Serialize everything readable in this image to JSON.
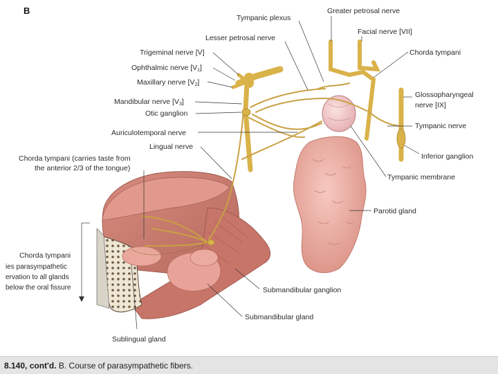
{
  "panel_letter": "B",
  "labels": {
    "tympanic_plexus": "Tympanic plexus",
    "greater_petrosal_nerve": "Greater petrosal nerve",
    "facial_nerve": "Facial nerve [VII]",
    "lesser_petrosal_nerve": "Lesser petrosal nerve",
    "chorda_tympani_top": "Chorda tympani",
    "trigeminal_nerve": "Trigeminal nerve [V]",
    "ophthalmic_nerve": "Ophthalmic nerve [V",
    "ophthalmic_sub": "1",
    "maxillary_nerve": "Maxillary nerve [V",
    "maxillary_sub": "2",
    "mandibular_nerve": "Mandibular nerve [V",
    "mandibular_sub": "3",
    "otic_ganglion": "Otic ganglion",
    "glossopharyngeal_line1": "Glossopharyngeal",
    "glossopharyngeal_line2": "nerve [IX]",
    "tympanic_nerve": "Tympanic nerve",
    "auriculotemporal_nerve": "Auriculotemporal nerve",
    "lingual_nerve": "Lingual nerve",
    "inferior_ganglion": "Inferior ganglion",
    "chorda_taste_line1": "Chorda tympani (carries taste from",
    "chorda_taste_line2": "the anterior 2/3 of the tongue)",
    "tympanic_membrane": "Tympanic membrane",
    "parotid_gland": "Parotid gland",
    "chorda_para_line1": "Chorda tympani",
    "chorda_para_line2": "ies parasympathetic",
    "chorda_para_line3": "ervation to all glands",
    "chorda_para_line4": "below the oral fissure",
    "submandibular_ganglion": "Submandibular ganglion",
    "submandibular_gland": "Submandibular gland",
    "sublingual_gland": "Sublingual gland"
  },
  "caption": {
    "figure_number": "8.140, cont'd.",
    "text": " B. Course of parasympathetic fibers."
  },
  "colors": {
    "nerve": "#d9b24a",
    "gland": "#e9a9a0",
    "muscle": "#c97b6e",
    "tongue": "#d98c80",
    "bone": "#efe6d4",
    "membrane": "#f0c9c9"
  }
}
